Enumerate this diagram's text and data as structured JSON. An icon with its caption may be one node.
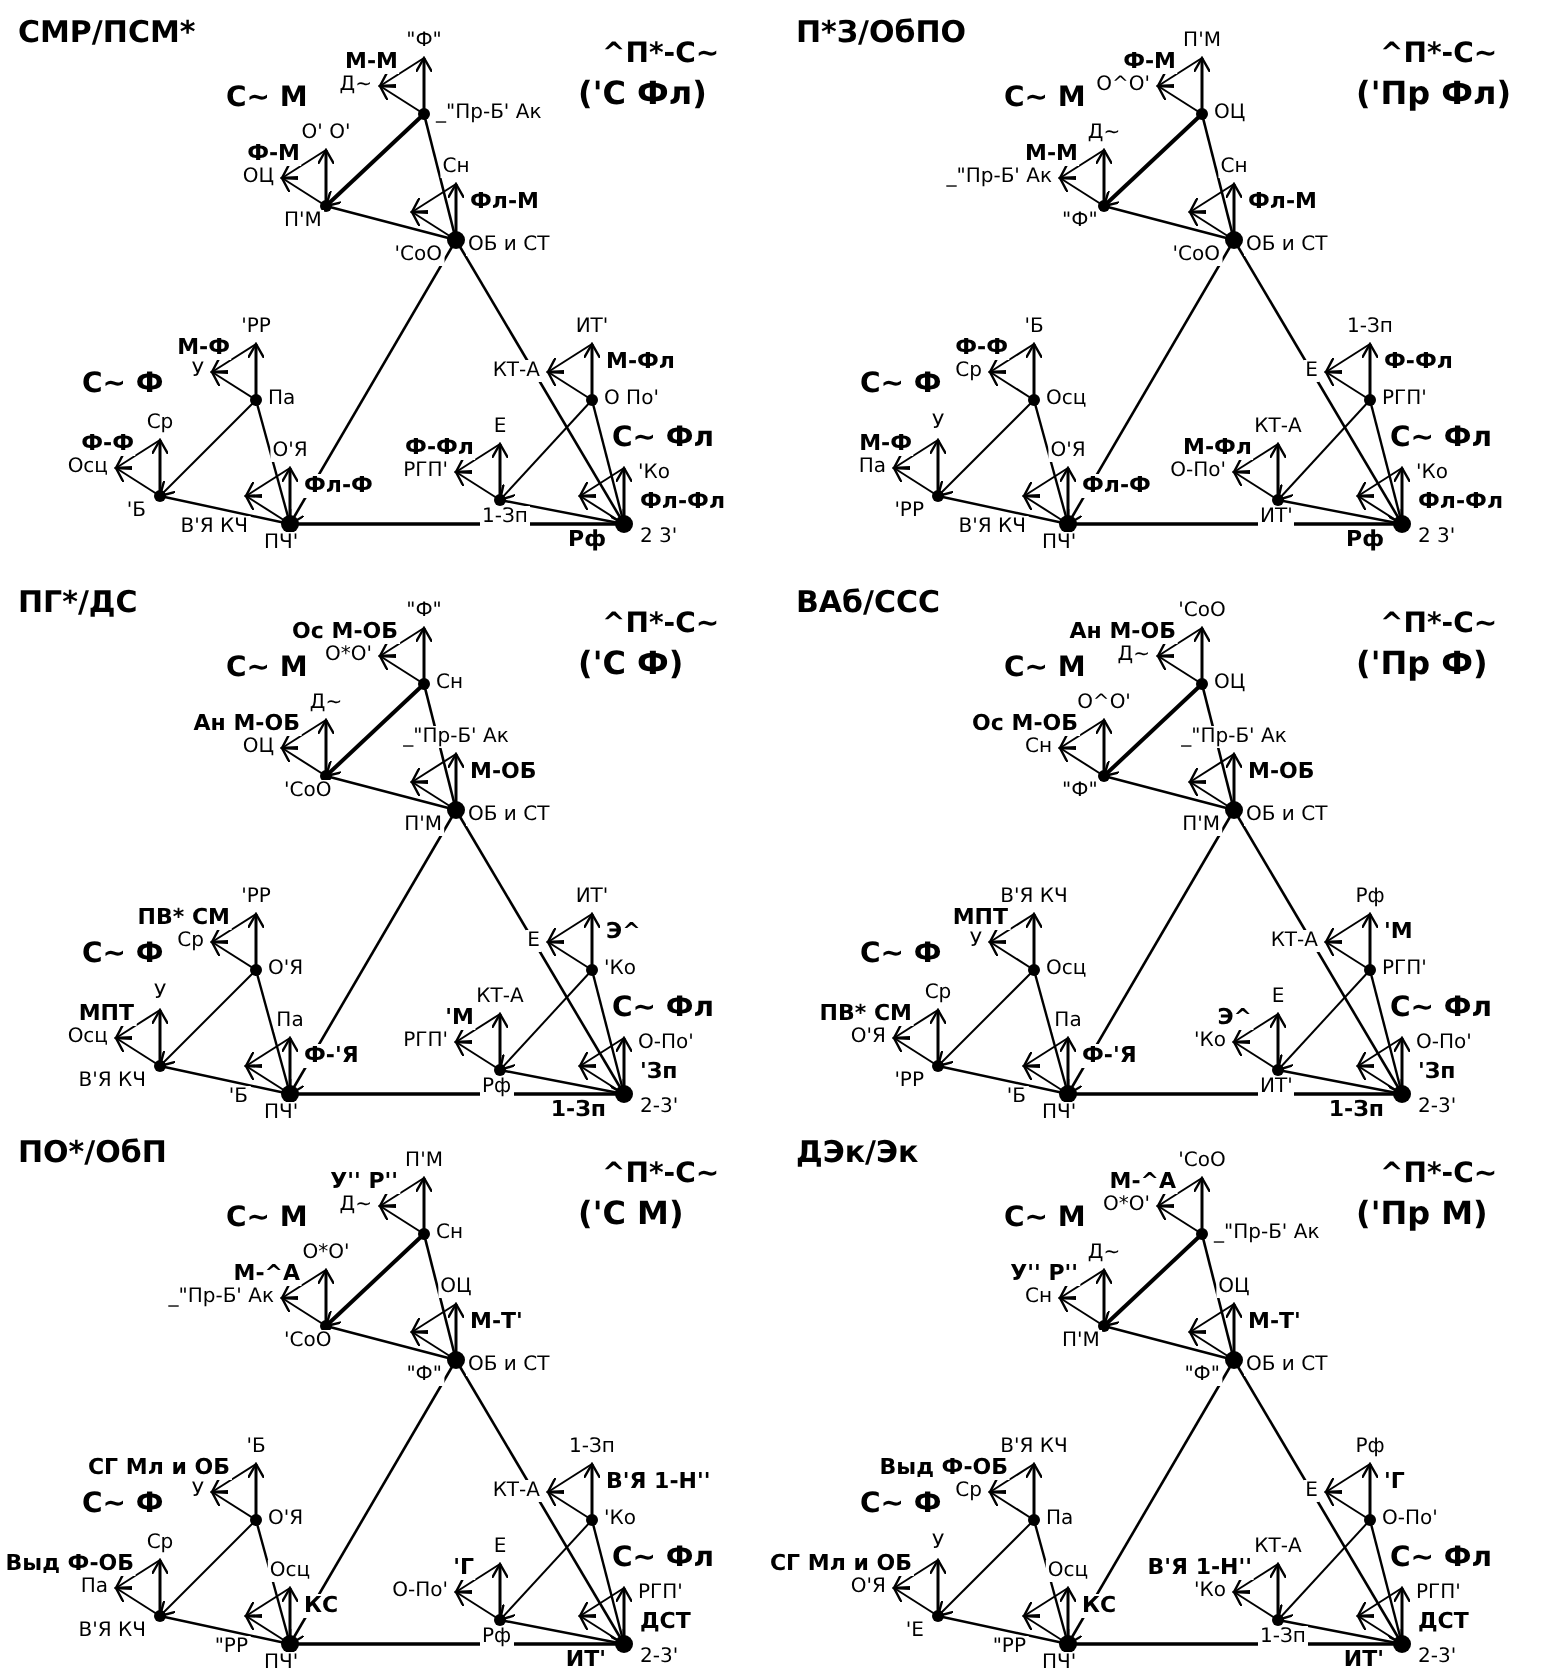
{
  "diagram": {
    "labels": [
      "СМР/ПСМ*",
      "^П*-С~",
      "('С Фл)",
      "С~ М",
      "М-М",
      "\"Ф\"",
      "Д~",
      "_\"Пр-Б' Ак",
      "О' О'",
      "Ф-М",
      "ОЦ",
      "П'М",
      "Сн",
      "Фл-М",
      "'СоО",
      "ОБ и СТ",
      "С~ Ф",
      "'РР",
      "М-Ф",
      "У",
      "Па",
      "Ср",
      "Ф-Ф",
      "Осц",
      "'Б",
      "О'Я",
      "Фл-Ф",
      "В'Я КЧ",
      "ПЧ'",
      "ИТ'",
      "М-Фл",
      "КТ-А",
      "О По'",
      "С~ Фл",
      "Е",
      "Ф-Фл",
      "РГП'",
      "1-Зп",
      "'Ко",
      "Фл-Фл",
      "Рф",
      "2 3'",
      "П*З/ОбПО",
      "^П*-С~",
      "('Пр Фл)",
      "С~ М",
      "Ф-М",
      "П'М",
      "О^О'",
      "ОЦ",
      "Д~",
      "М-М",
      "_\"Пр-Б' Ак",
      "\"Ф\"",
      "Сн",
      "Фл-М",
      "'СоО",
      "ОБ и СТ",
      "С~ Ф",
      "'Б",
      "Ф-Ф",
      "Ср",
      "Осц",
      "У",
      "М-Ф",
      "Па",
      "'РР",
      "О'Я",
      "Фл-Ф",
      "В'Я КЧ",
      "ПЧ'",
      "1-Зп",
      "Ф-Фл",
      "Е",
      "РГП'",
      "С~ Фл",
      "КТ-А",
      "М-Фл",
      "О-По'",
      "ИТ'",
      "'Ко",
      "Фл-Фл",
      "Рф",
      "2 3'",
      "ПГ*/ДС",
      "^П*-С~",
      "('С Ф)",
      "С~ М",
      "Ос М-ОБ",
      "\"Ф\"",
      "О*О'",
      "Сн",
      "Д~",
      "Ан М-ОБ",
      "ОЦ",
      "'СоО",
      "_\"Пр-Б' Ак",
      "М-ОБ",
      "П'М",
      "ОБ и СТ",
      "С~ Ф",
      "'РР",
      "ПВ* СМ",
      "Ср",
      "О'Я",
      "У",
      "МПТ",
      "Осц",
      "В'Я КЧ",
      "Па",
      "Ф-'Я",
      "'Б",
      "ПЧ'",
      "ИТ'",
      "Э^",
      "Е",
      "'Ко",
      "С~ Фл",
      "КТ-А",
      "'М",
      "РГП'",
      "Рф",
      "О-По'",
      "'Зп",
      "1-Зп",
      "2-3'",
      "ВАб/ССС",
      "^П*-С~",
      "('Пр Ф)",
      "С~ М",
      "Ан М-ОБ",
      "'СоО",
      "Д~",
      "ОЦ",
      "О^О'",
      "Ос М-ОБ",
      "Сн",
      "\"Ф\"",
      "_\"Пр-Б' Ак",
      "М-ОБ",
      "П'М",
      "ОБ и СТ",
      "С~ Ф",
      "В'Я КЧ",
      "МПТ",
      "У",
      "Осц",
      "Ср",
      "ПВ* СМ",
      "О'Я",
      "'РР",
      "Па",
      "Ф-'Я",
      "'Б",
      "ПЧ'",
      "Рф",
      "'М",
      "КТ-А",
      "РГП'",
      "С~ Фл",
      "Е",
      "Э^",
      "'Ко",
      "ИТ'",
      "О-По'",
      "'Зп",
      "1-Зп",
      "2-3'",
      "ПО*/ОбП",
      "^П*-С~",
      "('С М)",
      "С~ М",
      "У'' Р''",
      "П'М",
      "Д~",
      "Сн",
      "О*О'",
      "М-^А",
      "_\"Пр-Б' Ак",
      "'СоО",
      "ОЦ",
      "М-Т'",
      "\"Ф\"",
      "ОБ и СТ",
      "С~ Ф",
      "'Б",
      "СГ Мл и ОБ",
      "У",
      "О'Я",
      "Ср",
      "Выд Ф-ОБ",
      "Па",
      "В'Я КЧ",
      "Осц",
      "КС",
      "\"РР",
      "ПЧ'",
      "1-Зп",
      "В'Я 1-Н''",
      "КТ-А",
      "'Ко",
      "С~ Фл",
      "Е",
      "'Г",
      "О-По'",
      "Рф",
      "РГП'",
      "ДСТ",
      "ИТ'",
      "2-3'",
      "ДЭк/Эк",
      "^П*-С~",
      "('Пр М)",
      "С~ М",
      "М-^А",
      "'СоО",
      "О*О'",
      "_\"Пр-Б' Ак",
      "Д~",
      "У'' Р''",
      "Сн",
      "П'М",
      "ОЦ",
      "М-Т'",
      "\"Ф\"",
      "ОБ и СТ",
      "С~ Ф",
      "В'Я КЧ",
      "Выд Ф-ОБ",
      "Ср",
      "Па",
      "У",
      "СГ Мл и ОБ",
      "О'Я",
      "'Е",
      "Осц",
      "КС",
      "\"РР",
      "ПЧ'",
      "Рф",
      "'Г",
      "Е",
      "О-По'",
      "С~ Фл",
      "КТ-А",
      "В'Я 1-Н''",
      "'Ко",
      "1-Зп",
      "РГП'",
      "ДСТ",
      "ИТ'",
      "2-3'"
    ]
  }
}
